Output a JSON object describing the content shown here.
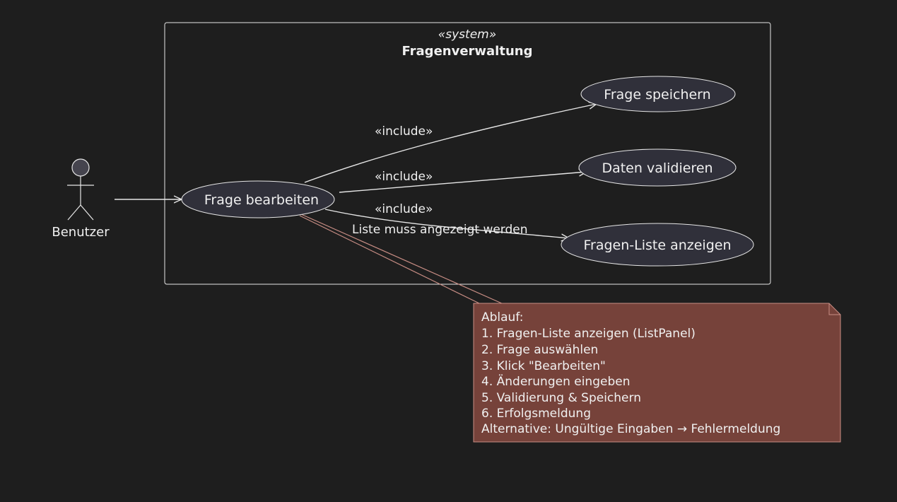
{
  "colors": {
    "background": "#1e1e1e",
    "line": "#e6e6e6",
    "usecase_fill": "#30303a",
    "text": "#f0f0f0",
    "note_fill": "#76423a",
    "note_border": "#c88d84"
  },
  "system": {
    "stereotype": "«system»",
    "title": "Fragenverwaltung"
  },
  "actor": {
    "name": "Benutzer",
    "icon": "stick-figure-icon"
  },
  "usecases": {
    "edit": "Frage bearbeiten",
    "save": "Frage speichern",
    "validate": "Daten validieren",
    "list": "Fragen-Liste anzeigen"
  },
  "relations": {
    "include_1": "«include»",
    "include_2": "«include»",
    "include_3": "«include»",
    "list_note": "Liste muss angezeigt werden"
  },
  "note": {
    "lines": [
      "Ablauf:",
      "1. Fragen-Liste anzeigen (ListPanel)",
      "2. Frage auswählen",
      "3. Klick \"Bearbeiten\"",
      "4. Änderungen eingeben",
      "5. Validierung & Speichern",
      "6. Erfolgsmeldung",
      "Alternative: Ungültige Eingaben → Fehlermeldung"
    ]
  }
}
